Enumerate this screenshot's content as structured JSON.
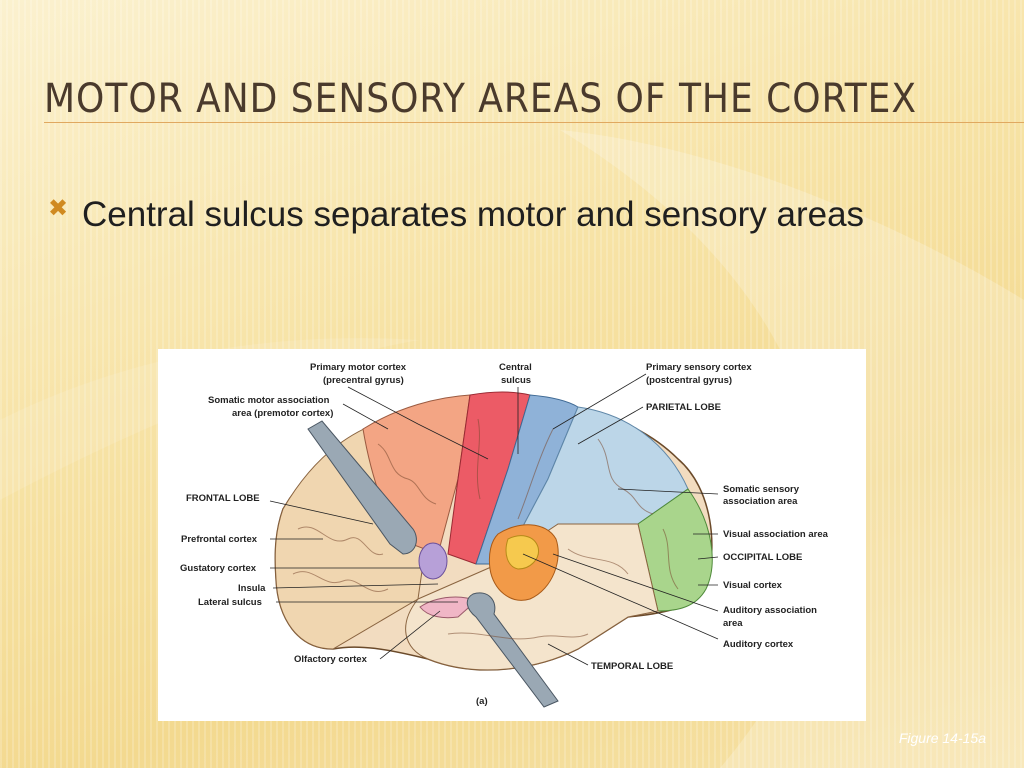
{
  "slide": {
    "title": "Motor and Sensory Areas of the Cortex",
    "bullets": [
      "Central sulcus separates motor and sensory areas"
    ],
    "bullet_icon": "x-mark-icon",
    "caption": "Figure 14-15a"
  },
  "colors": {
    "title": "#4a3a2c",
    "bullet_icon": "#d08a20",
    "background": "#f7e3a6"
  },
  "diagram": {
    "labels": {
      "primary_motor_1": "Primary motor cortex",
      "primary_motor_2": "(precentral gyrus)",
      "central_sulcus_1": "Central",
      "central_sulcus_2": "sulcus",
      "primary_sensory_1": "Primary sensory cortex",
      "primary_sensory_2": "(postcentral gyrus)",
      "somatic_motor_1": "Somatic motor association",
      "somatic_motor_2": "area (premotor cortex)",
      "parietal_lobe": "PARIETAL LOBE",
      "frontal_lobe": "FRONTAL LOBE",
      "prefrontal_cortex": "Prefrontal cortex",
      "gustatory_cortex": "Gustatory cortex",
      "insula": "Insula",
      "lateral_sulcus": "Lateral sulcus",
      "olfactory_cortex": "Olfactory cortex",
      "somatic_sensory_1": "Somatic sensory",
      "somatic_sensory_2": "association area",
      "visual_association": "Visual association area",
      "occipital_lobe": "OCCIPITAL LOBE",
      "visual_cortex": "Visual cortex",
      "auditory_association_1": "Auditory association",
      "auditory_association_2": "area",
      "auditory_cortex": "Auditory cortex",
      "temporal_lobe": "TEMPORAL LOBE",
      "panel": "(a)"
    }
  }
}
